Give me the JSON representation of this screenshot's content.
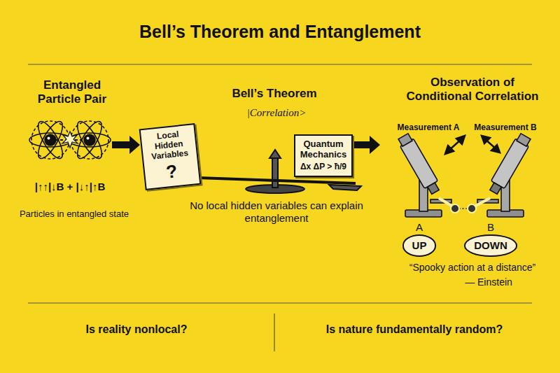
{
  "diagram": {
    "title": "Bell’s Theorem and Entanglement",
    "nodes": [
      {
        "text": [
          "Local Hidden Variables",
          "?"
        ]
      },
      {
        "text": [
          "Quantum Mechanics",
          "Δx ΔP > ħ/9"
        ]
      },
      {
        "text": [
          "A",
          "UP"
        ]
      },
      {
        "text": [
          "B",
          "DOWN"
        ]
      }
    ],
    "labels": [
      "Entangled Particle Pair",
      "|↑↑|↓B + |↓↑|↑B",
      "Particles in entangled state",
      "Bell’s Theorem",
      "|Correlation>",
      "No local hidden variables can explain entanglement",
      "Observation of Conditional Correlation",
      "Measurement A",
      "Measurement B",
      "“Spooky action at a distance”",
      "— Einstein",
      "Is reality nonlocal?",
      "Is nature fundamentally random?"
    ]
  }
}
